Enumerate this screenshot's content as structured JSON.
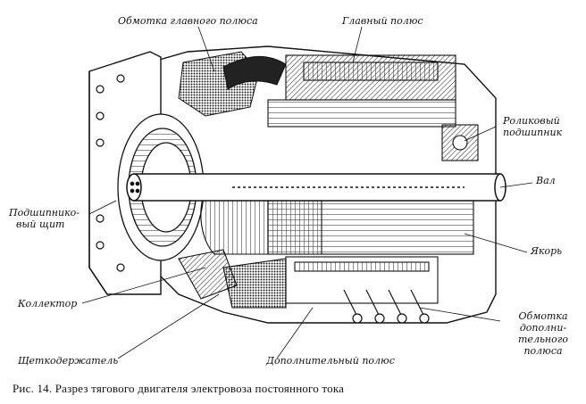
{
  "labels": {
    "main_winding": "Обмотка главного полюса",
    "main_pole": "Главный полюс",
    "roller_bearing_line1": "Роликовый",
    "roller_bearing_line2": "подшипник",
    "shaft": "Вал",
    "bearing_shield_line1": "Подшипнико-",
    "bearing_shield_line2": "вый щит",
    "armature": "Якорь",
    "commutator": "Коллектор",
    "aux_winding_line1": "Обмотка",
    "aux_winding_line2": "дополни-",
    "aux_winding_line3": "тельного",
    "aux_winding_line4": "полюса",
    "brush_holder": "Щеткодержатель",
    "aux_pole": "Дополнительный полюс"
  },
  "caption": "Рис. 14. Разрез тягового двигателя электровоза постоянного тока",
  "colors": {
    "ink": "#111111",
    "paper": "#ffffff",
    "hatch": "#555555"
  }
}
